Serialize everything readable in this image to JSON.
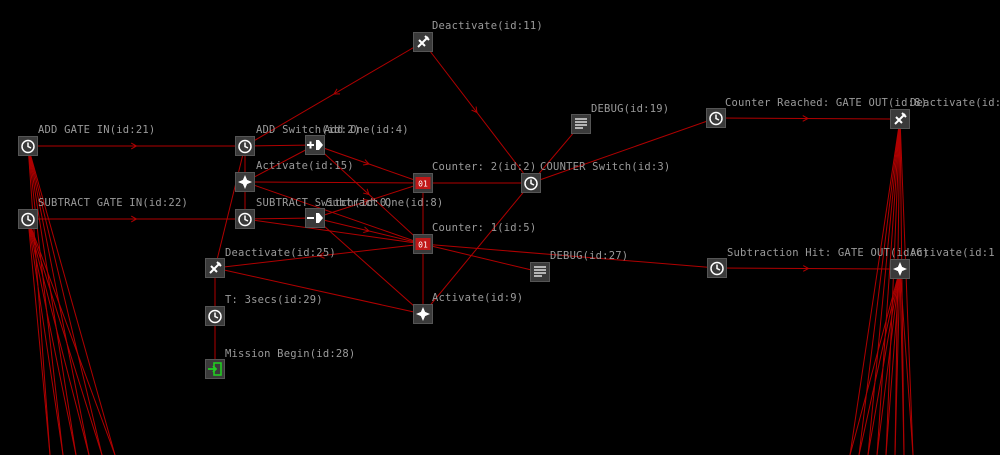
{
  "colors": {
    "background": "#000000",
    "wire": "#b00000",
    "label": "#9a9a9a",
    "node_box": "#3a3a3a",
    "counter_red": "#c01818",
    "start_green": "#22aa22"
  },
  "nodes": [
    {
      "id": "n_deact11",
      "icon": "deactivate-icon",
      "label": "Deactivate(id:11)"
    },
    {
      "id": "n_debug19",
      "icon": "debug-icon",
      "label": "DEBUG(id:19)"
    },
    {
      "id": "n_cntreach",
      "icon": "timer-icon",
      "label": "Counter Reached: GATE OUT(id:8)"
    },
    {
      "id": "n_deact_r",
      "icon": "deactivate-icon",
      "label": "Deactivate(id:"
    },
    {
      "id": "n_addgate",
      "icon": "timer-icon",
      "label": "ADD GATE IN(id:21)"
    },
    {
      "id": "n_addswitch",
      "icon": "timer-icon",
      "label": "ADD Switch(id:2)"
    },
    {
      "id": "n_addone",
      "icon": "add-one-icon",
      "label": "Add One(id:4)"
    },
    {
      "id": "n_act15",
      "icon": "activate-icon",
      "label": "Activate(id:15)"
    },
    {
      "id": "n_counter2",
      "icon": "counter-icon",
      "label": "Counter: 2(id:2)"
    },
    {
      "id": "n_cswitch",
      "icon": "timer-icon",
      "label": "COUNTER Switch(id:3)"
    },
    {
      "id": "n_subgate",
      "icon": "timer-icon",
      "label": "SUBTRACT GATE IN(id:22)"
    },
    {
      "id": "n_subswitch",
      "icon": "timer-icon",
      "label": "SUBTRACT Switch(id:0)"
    },
    {
      "id": "n_subone",
      "icon": "subtract-one-icon",
      "label": "Subtract One(id:8)"
    },
    {
      "id": "n_counter1",
      "icon": "counter-icon",
      "label": "Counter: 1(id:5)"
    },
    {
      "id": "n_debug27",
      "icon": "debug-icon",
      "label": "DEBUG(id:27)"
    },
    {
      "id": "n_subhit",
      "icon": "timer-icon",
      "label": "Subtraction Hit: GATE OUT(id:6)"
    },
    {
      "id": "n_act_r",
      "icon": "activate-icon",
      "label": "Activate(id:1"
    },
    {
      "id": "n_deact25",
      "icon": "deactivate-icon",
      "label": "Deactivate(id:25)"
    },
    {
      "id": "n_act9",
      "icon": "activate-icon",
      "label": "Activate(id:9)"
    },
    {
      "id": "n_t3",
      "icon": "timer-icon",
      "label": "T: 3secs(id:29)"
    },
    {
      "id": "n_mission",
      "icon": "mission-begin-icon",
      "label": "Mission Begin(id:28)"
    }
  ]
}
